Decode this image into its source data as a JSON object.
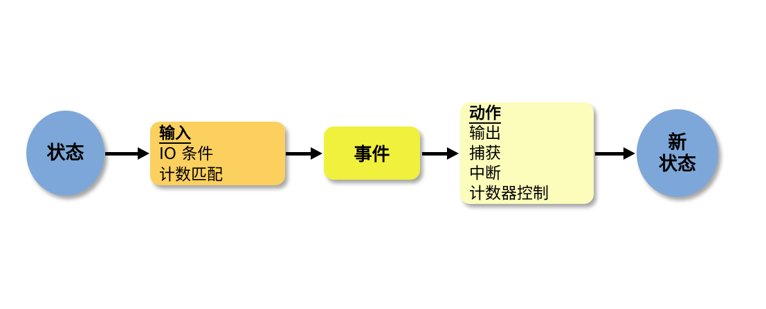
{
  "diagram": {
    "type": "flow-diagram",
    "language": "zh",
    "nodes": {
      "state": {
        "label": "状态",
        "shape": "circle",
        "fill": "#7DA7D8"
      },
      "input": {
        "heading": "输入",
        "items": [
          "IO 条件",
          "计数匹配"
        ],
        "shape": "rounded-box",
        "fill": "#FCD05F"
      },
      "event": {
        "label": "事件",
        "shape": "rounded-box",
        "fill": "#F0F13D"
      },
      "action": {
        "heading": "动作",
        "items": [
          "输出",
          "捕获",
          "中断",
          "计数器控制"
        ],
        "shape": "rounded-box",
        "fill": "#FCFCBB"
      },
      "new_state": {
        "lines": [
          "新",
          "状态"
        ],
        "shape": "circle",
        "fill": "#7DA7D8"
      }
    },
    "arrows": [
      {
        "from": "state",
        "to": "input"
      },
      {
        "from": "input",
        "to": "event"
      },
      {
        "from": "event",
        "to": "action"
      },
      {
        "from": "action",
        "to": "new_state"
      }
    ],
    "colors": {
      "background": "#FFFFFF",
      "arrow": "#000000",
      "text": "#000000",
      "circle_fill": "#7DA7D8",
      "input_fill": "#FCD05F",
      "event_fill": "#F0F13D",
      "action_fill": "#FCFCBB"
    }
  }
}
